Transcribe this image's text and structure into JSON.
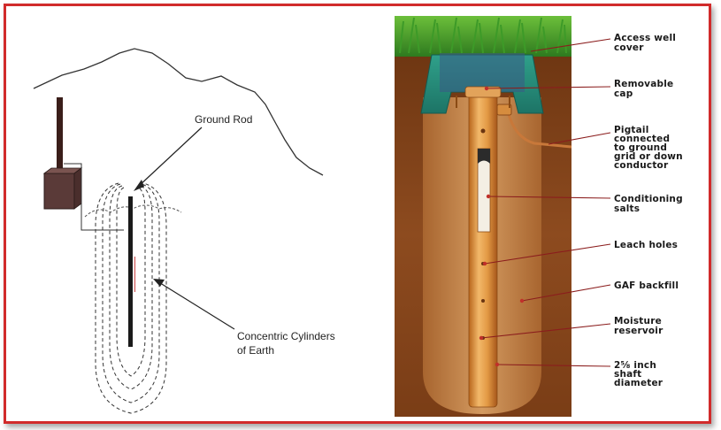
{
  "left_diagram": {
    "ground_rod_label": "Ground Rod",
    "cylinders_label_line1": "Concentric Cylinders",
    "cylinders_label_line2": "of Earth"
  },
  "right_diagram": {
    "labels": {
      "access_well_cover": [
        "Access well",
        "cover"
      ],
      "removable_cap": [
        "Removable",
        "cap"
      ],
      "pigtail": [
        "Pigtail",
        "connected",
        "to ground",
        "grid or down",
        "conductor"
      ],
      "conditioning_salts": [
        "Conditioning",
        "salts"
      ],
      "leach_holes": [
        "Leach holes"
      ],
      "gaf_backfill": [
        "GAF backfill"
      ],
      "moisture_reservoir": [
        "Moisture",
        "reservoir"
      ],
      "shaft_diameter": [
        "2⅝ inch",
        "shaft",
        "diameter"
      ]
    }
  },
  "colors": {
    "frame": "#d12b2b",
    "copper": "#d98a2f",
    "soil": "#8a4a1e",
    "backfill": "#c98a4f",
    "grass": "#3f8a2a",
    "well_cover": "#2a8a7a",
    "leader_line": "#8b1d1d"
  }
}
